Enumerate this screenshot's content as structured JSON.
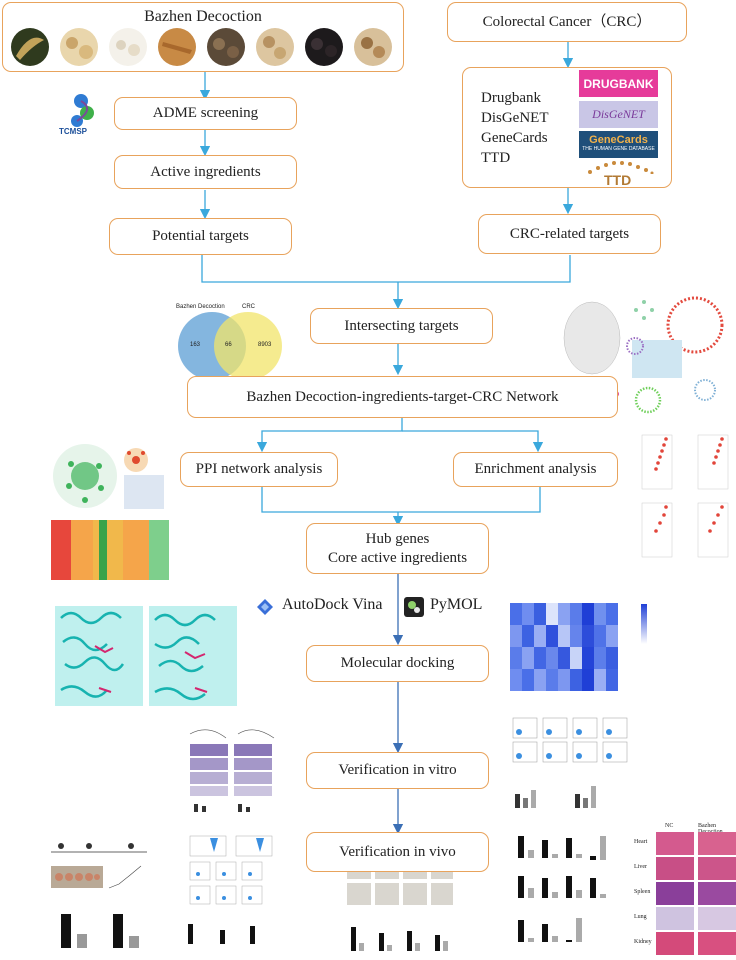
{
  "nodes": {
    "bazhen": "Bazhen Decoction",
    "crc": "Colorectal Cancer（CRC）",
    "adme": "ADME screening",
    "active": "Active ingredients",
    "potential": "Potential targets",
    "crc_targets": "CRC-related targets",
    "intersect": "Intersecting targets",
    "network": "Bazhen Decoction-ingredients-target-CRC Network",
    "ppi": "PPI network analysis",
    "enrich": "Enrichment analysis",
    "hub_line1": "Hub genes",
    "hub_line2": "Core active ingredients",
    "docking": "Molecular docking",
    "vitro": "Verification in vitro",
    "vivo": "Verification in vivo"
  },
  "databases": [
    "Drugbank",
    "DisGeNET",
    "GeneCards",
    "TTD"
  ],
  "logos": {
    "tcmsp": "TCMSP",
    "drugbank": "DRUGBANK",
    "disgenet": "DisGeNET",
    "genecards": "GeneCards",
    "genecards_sub": "THE HUMAN GENE DATABASE",
    "ttd": "TTD"
  },
  "tools": {
    "autodock": "AutoDock Vina",
    "pymol": "PyMOL"
  },
  "venn": {
    "left_label": "Bazhen Decoction",
    "right_label": "CRC",
    "left_only": "163",
    "overlap": "66",
    "right_only": "8903"
  },
  "histology": {
    "col1": "NC",
    "col2": "Bazhen Decoction",
    "rows": [
      "Heart",
      "Liver",
      "Spleen",
      "Lung",
      "Kidney"
    ]
  },
  "colors": {
    "box_border": "#e8a35c",
    "arrow": "#3aa8dc",
    "arrow_dark": "#3b6fb5"
  }
}
